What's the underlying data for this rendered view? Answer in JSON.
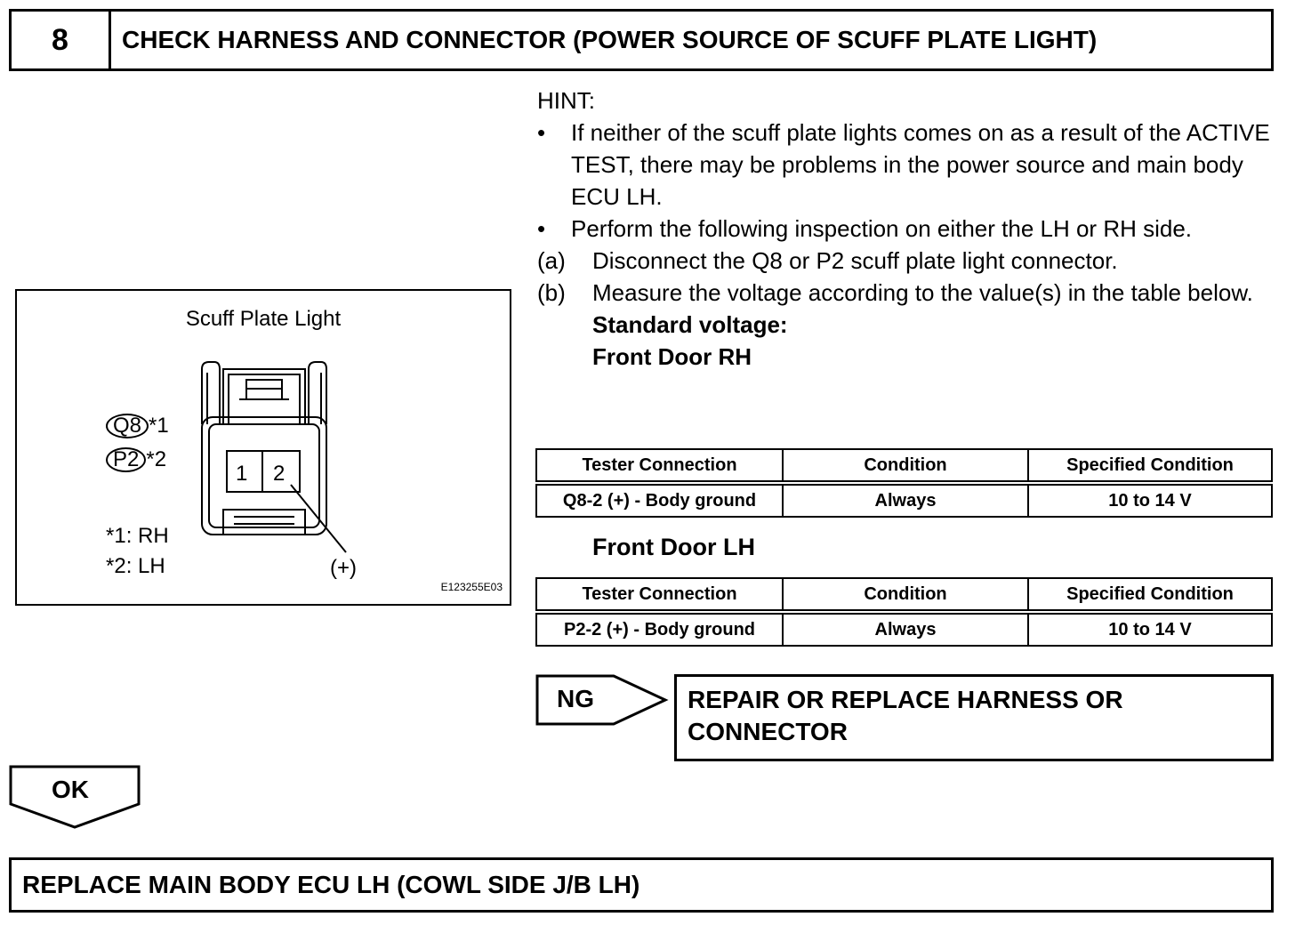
{
  "header": {
    "step_number": "8",
    "title": "CHECK HARNESS AND CONNECTOR (POWER SOURCE OF SCUFF PLATE LIGHT)"
  },
  "figure": {
    "title": "Scuff Plate Light",
    "connector_a": "Q8",
    "connector_a_note": "*1",
    "connector_b": "P2",
    "connector_b_note": "*2",
    "note_1": "*1: RH",
    "note_2": "*2: LH",
    "pin_1": "1",
    "pin_2": "2",
    "pin_marker": "(+)",
    "figure_id": "E123255E03"
  },
  "hint": {
    "label": "HINT:",
    "bullet_char": "•",
    "bullets": [
      "If neither of the scuff plate lights comes on as a result of the ACTIVE TEST, there may be problems in the power source and main body ECU LH.",
      "Perform the following inspection on either the LH or RH side."
    ]
  },
  "steps": [
    {
      "label": "(a)",
      "text": "Disconnect the Q8 or P2 scuff plate light connector."
    },
    {
      "label": "(b)",
      "text": "Measure the voltage according to the value(s) in the table below."
    }
  ],
  "standard_voltage_label": "Standard voltage:",
  "tables": [
    {
      "heading": "Front Door RH",
      "headers": [
        "Tester Connection",
        "Condition",
        "Specified Condition"
      ],
      "rows": [
        [
          "Q8-2 (+) - Body ground",
          "Always",
          "10 to 14 V"
        ]
      ]
    },
    {
      "heading": "Front Door LH",
      "headers": [
        "Tester Connection",
        "Condition",
        "Specified Condition"
      ],
      "rows": [
        [
          "P2-2 (+) - Body ground",
          "Always",
          "10 to 14 V"
        ]
      ]
    }
  ],
  "ng": {
    "label": "NG",
    "result_line1": "REPAIR OR REPLACE HARNESS OR",
    "result_line2": "CONNECTOR"
  },
  "ok": {
    "label": "OK"
  },
  "final": {
    "text": "REPLACE MAIN BODY ECU LH (COWL SIDE J/B LH)"
  }
}
